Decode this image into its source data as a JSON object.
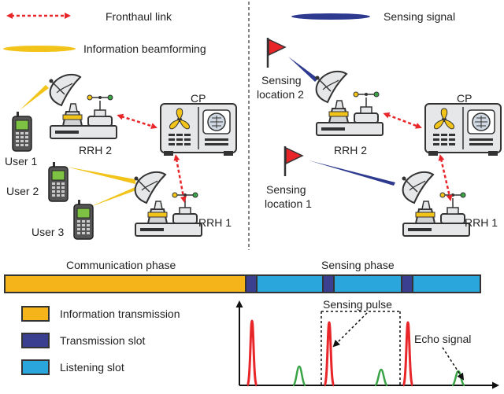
{
  "legend_top": {
    "fronthaul": "Fronthaul link",
    "beamforming": "Information beamforming",
    "sensing_signal": "Sensing signal"
  },
  "left_panel": {
    "cp": "CP",
    "rrh2": "RRH 2",
    "rrh1": "RRH 1",
    "user1": "User 1",
    "user2": "User 2",
    "user3": "User 3"
  },
  "right_panel": {
    "cp": "CP",
    "rrh2": "RRH 2",
    "rrh1": "RRH 1",
    "loc2_line1": "Sensing",
    "loc2_line2": "location 2",
    "loc1_line1": "Sensing",
    "loc1_line2": "location 1"
  },
  "timeline": {
    "comm_phase": "Communication phase",
    "sense_phase": "Sensing phase"
  },
  "legend_bottom": {
    "info_tx": "Information transmission",
    "tx_slot": "Transmission slot",
    "listen_slot": "Listening slot"
  },
  "plot": {
    "sensing_pulse": "Sensing pulse",
    "echo_signal": "Echo signal"
  },
  "colors": {
    "fronthaul": "#e8262a",
    "beam": "#f2c318",
    "sensing": "#2e3a8f",
    "info_tx": "#f5b41a",
    "tx_slot": "#3b3f8f",
    "listen_slot": "#2ba6dc",
    "pulse": "#e8262a",
    "echo": "#3aa346"
  }
}
